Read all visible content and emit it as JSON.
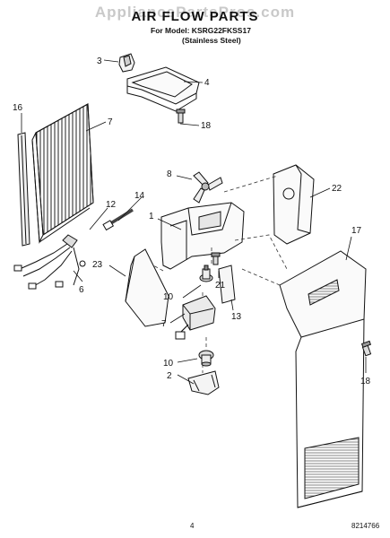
{
  "watermark": "AppliancePartsPros.com",
  "header": {
    "title": "AIR FLOW PARTS",
    "model_line": "For Model: KSRG22FKSS17",
    "variant_line": "(Stainless Steel)"
  },
  "callouts": [
    "1",
    "2",
    "3",
    "4",
    "5",
    "6",
    "7",
    "8",
    "10",
    "10",
    "12",
    "13",
    "14",
    "16",
    "17",
    "18",
    "18",
    "21",
    "22",
    "23"
  ],
  "footer": {
    "page_number": "4",
    "document_code": "8214766"
  }
}
